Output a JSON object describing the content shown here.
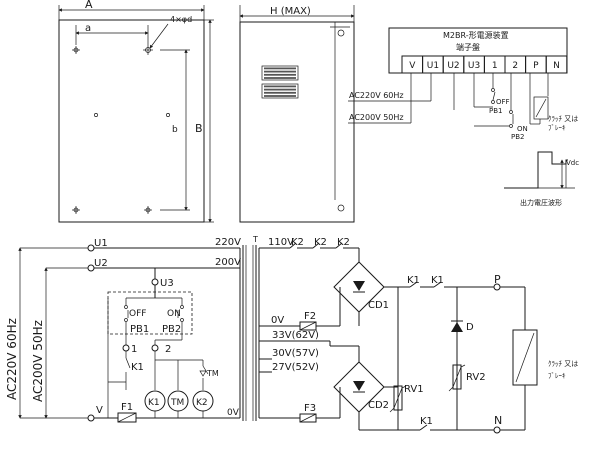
{
  "drawing": {
    "dim_A": "A",
    "dim_a": "a",
    "dim_b": "b",
    "dim_B": "B",
    "hole_note": "4×φd",
    "dim_H": "H (MAX)"
  },
  "terminal_box": {
    "title": "M2BR-形電源装置",
    "subtitle": "端子盤",
    "terminals": [
      "V",
      "U1",
      "U2",
      "U3",
      "1",
      "2",
      "P",
      "N"
    ],
    "ac220": "AC220V 60Hz",
    "ac200": "AC200V 50Hz",
    "pb1_state": "OFF",
    "pb1": "PB1",
    "pb2_state": "ON",
    "pb2": "PB2",
    "load": "ｸﾗｯﾁ 又は",
    "load2": "ﾌﾞﾚｰｷ"
  },
  "waveform": {
    "vdc": "Vdc",
    "caption": "出力電圧波形"
  },
  "schematic": {
    "vert_60": "AC220V 60Hz",
    "vert_50": "AC200V 50Hz",
    "u1": "U1",
    "u2": "U2",
    "u3": "U3",
    "v": "V",
    "v220": "220V",
    "v200": "200V",
    "v0_left": "0V",
    "t": "T",
    "f1": "F1",
    "f2": "F2",
    "f3": "F3",
    "off": "OFF",
    "on": "ON",
    "pb1": "PB1",
    "pb2": "PB2",
    "n1": "1",
    "n2": "2",
    "k1_relay": "K1",
    "coil_k1": "K1",
    "coil_tm": "TM",
    "coil_k2": "K2",
    "tm_contact": "TM",
    "v110": "110V",
    "k2a": "K2",
    "k2b": "K2",
    "k2c": "K2",
    "v0_right": "0V",
    "v33": "33V(62V)",
    "v30": "30V(57V)",
    "v27": "27V(52V)",
    "cd1": "CD1",
    "cd2": "CD2",
    "k1a": "K1",
    "k1b": "K1",
    "k1c": "K1",
    "d": "D",
    "rv1": "RV1",
    "rv2": "RV2",
    "p": "P",
    "n": "N",
    "load": "ｸﾗｯﾁ 又は",
    "load2": "ﾌﾞﾚｰｷ"
  }
}
